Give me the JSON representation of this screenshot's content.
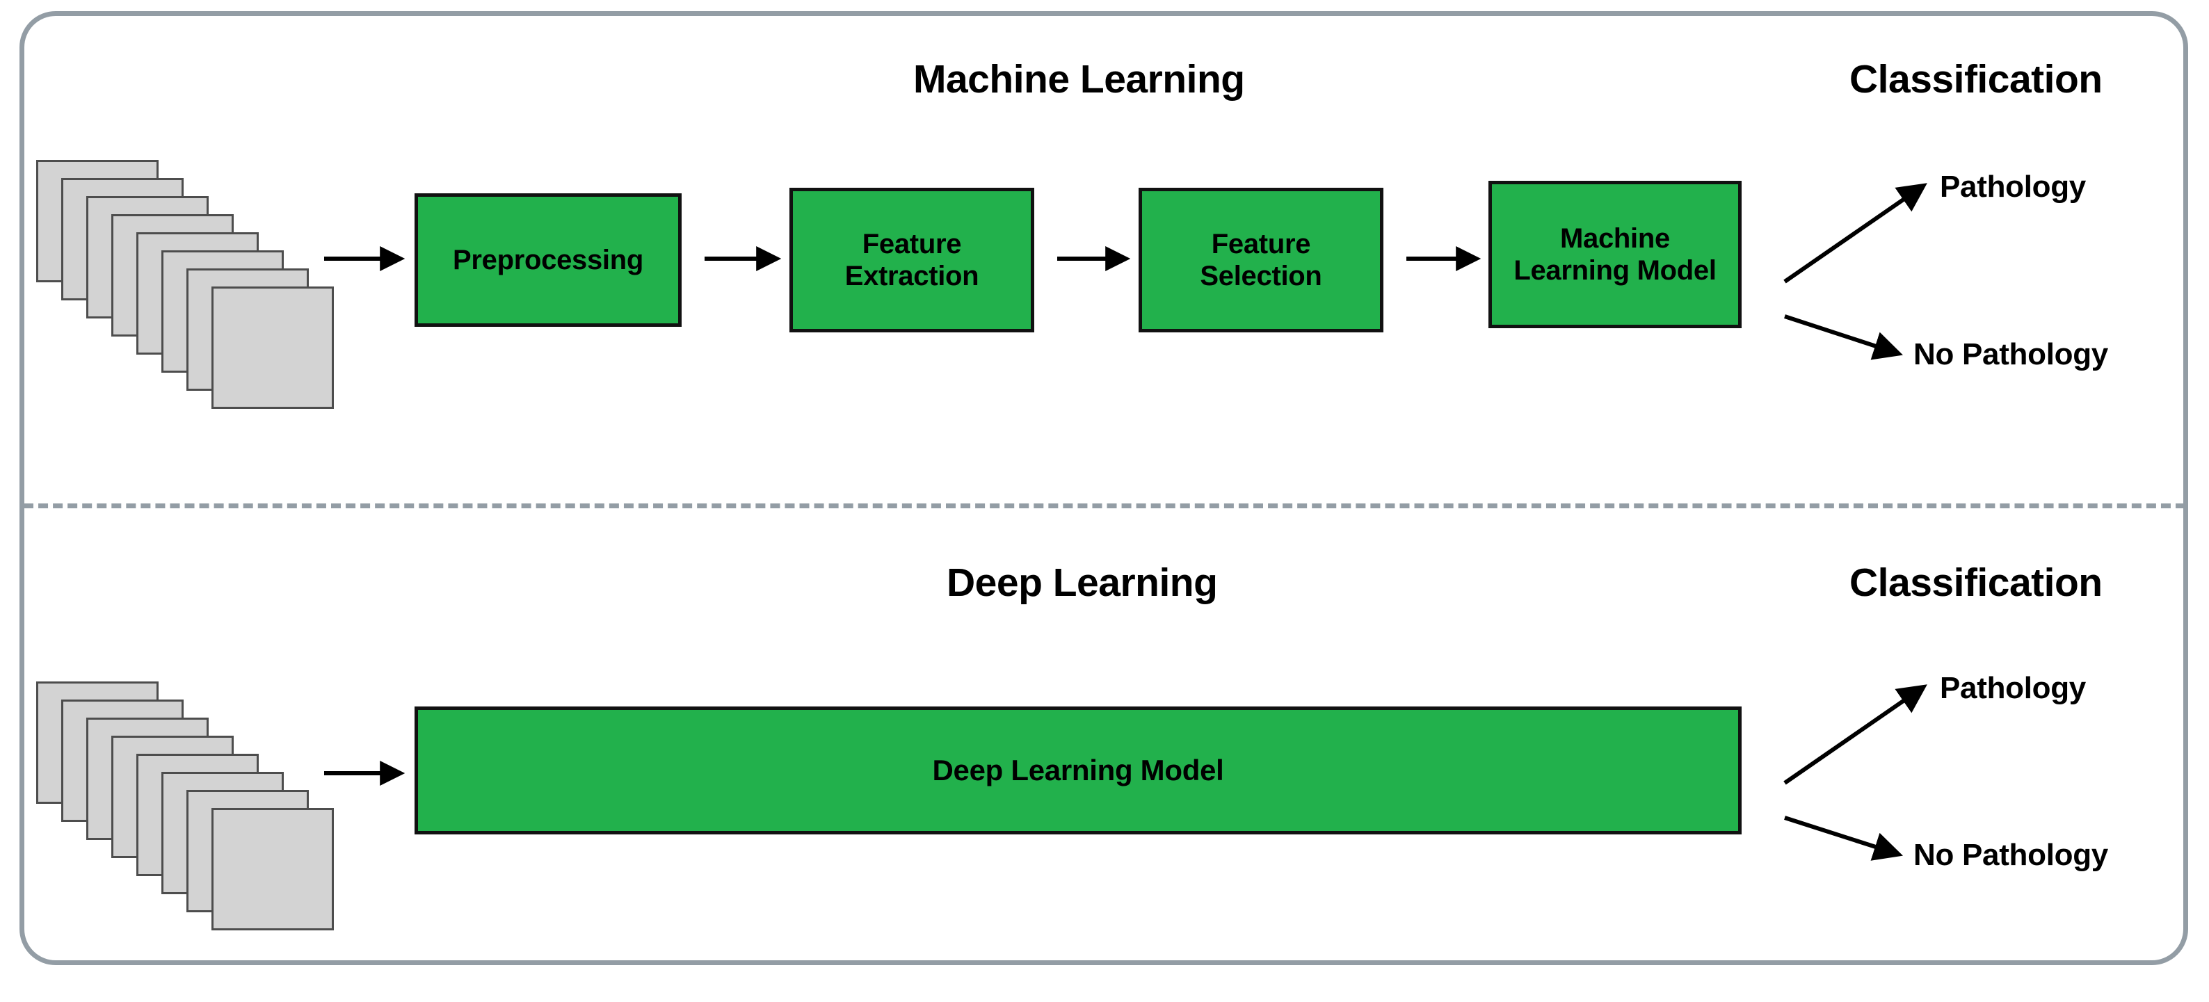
{
  "diagram": {
    "title_machine_learning": "Machine Learning",
    "title_deep_learning": "Deep Learning",
    "title_classification_top": "Classification",
    "title_classification_bottom": "Classification",
    "colors": {
      "process_box_fill": "#22b14c",
      "process_box_border": "#111111",
      "frame_border": "#939da5",
      "image_card_fill": "#d3d3d3",
      "image_card_border": "#4d4d4d",
      "text": "#000000",
      "background": "#ffffff"
    },
    "machine_learning_pipeline": {
      "input_stack_label": "image-stack",
      "input_stack_count": 8,
      "steps": [
        {
          "label": "Preprocessing",
          "lines": [
            "Preprocessing"
          ]
        },
        {
          "label": "Feature Extraction",
          "lines": [
            "Feature",
            "Extraction"
          ]
        },
        {
          "label": "Feature Selection",
          "lines": [
            "Feature",
            "Selection"
          ]
        },
        {
          "label": "Machine Learning Model",
          "lines": [
            "Machine",
            "Learning Model"
          ]
        }
      ],
      "outcomes": [
        "Pathology",
        "No Pathology"
      ]
    },
    "deep_learning_pipeline": {
      "input_stack_label": "image-stack",
      "input_stack_count": 8,
      "steps": [
        {
          "label": "Deep Learning Model",
          "lines": [
            "Deep Learning Model"
          ]
        }
      ],
      "outcomes": [
        "Pathology",
        "No Pathology"
      ]
    }
  }
}
